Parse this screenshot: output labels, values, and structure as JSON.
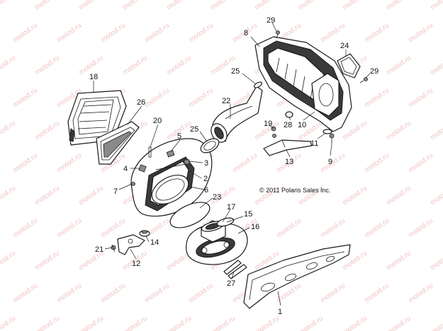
{
  "copyright": "© 2011 Polaris Sales Inc.",
  "watermark": "motod.ru",
  "callouts": [
    {
      "id": "c1",
      "label": "1"
    },
    {
      "id": "c2",
      "label": "2"
    },
    {
      "id": "c3",
      "label": "3"
    },
    {
      "id": "c4",
      "label": "4"
    },
    {
      "id": "c5",
      "label": "5"
    },
    {
      "id": "c6",
      "label": "6"
    },
    {
      "id": "c7",
      "label": "7"
    },
    {
      "id": "c8",
      "label": "8"
    },
    {
      "id": "c9",
      "label": "9"
    },
    {
      "id": "c10",
      "label": "10"
    },
    {
      "id": "c11",
      "label": "11"
    },
    {
      "id": "c12",
      "label": "12"
    },
    {
      "id": "c13",
      "label": "13"
    },
    {
      "id": "c14",
      "label": "14"
    },
    {
      "id": "c15",
      "label": "15"
    },
    {
      "id": "c16",
      "label": "16"
    },
    {
      "id": "c17",
      "label": "17"
    },
    {
      "id": "c18",
      "label": "18"
    },
    {
      "id": "c19",
      "label": "19"
    },
    {
      "id": "c20",
      "label": "20"
    },
    {
      "id": "c21",
      "label": "21"
    },
    {
      "id": "c22",
      "label": "22"
    },
    {
      "id": "c23",
      "label": "23"
    },
    {
      "id": "c24",
      "label": "24"
    },
    {
      "id": "c25a",
      "label": "25"
    },
    {
      "id": "c25b",
      "label": "25"
    },
    {
      "id": "c26",
      "label": "26"
    },
    {
      "id": "c27",
      "label": "27"
    },
    {
      "id": "c28",
      "label": "28"
    },
    {
      "id": "c29a",
      "label": "29"
    },
    {
      "id": "c29b",
      "label": "29"
    }
  ]
}
